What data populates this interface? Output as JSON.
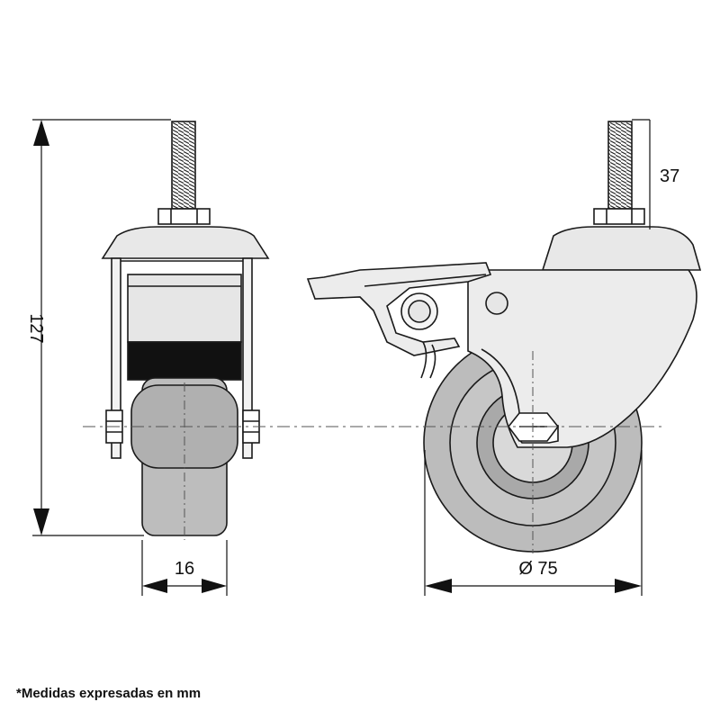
{
  "dimensions": {
    "height_total": "127",
    "stem_length": "37",
    "wheel_width": "16",
    "wheel_diameter": "Ø 75"
  },
  "footnote": "*Medidas expresadas en mm",
  "colors": {
    "line": "#1a1a1a",
    "housing": "#e8e8e8",
    "wheel_outer": "#b9b9b9",
    "wheel_inner": "#c8c8c8",
    "hub": "#a6a6a6",
    "rubber_band": "#111111",
    "center_line": "#666666"
  }
}
